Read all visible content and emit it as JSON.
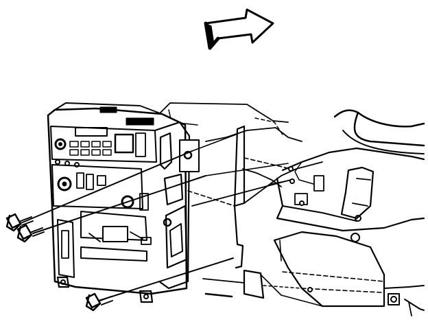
{
  "diagram": {
    "type": "exploded-view illustration",
    "arrow_direction": "front-of-vehicle",
    "colors": {
      "ink": "#000000",
      "paper": "#ffffff"
    },
    "parts": [
      {
        "name": "radio-control-panel-assembly"
      },
      {
        "name": "mounting-bracket"
      },
      {
        "name": "instrument-panel-carrier"
      },
      {
        "name": "mounting-bolt",
        "count": 4
      }
    ]
  }
}
